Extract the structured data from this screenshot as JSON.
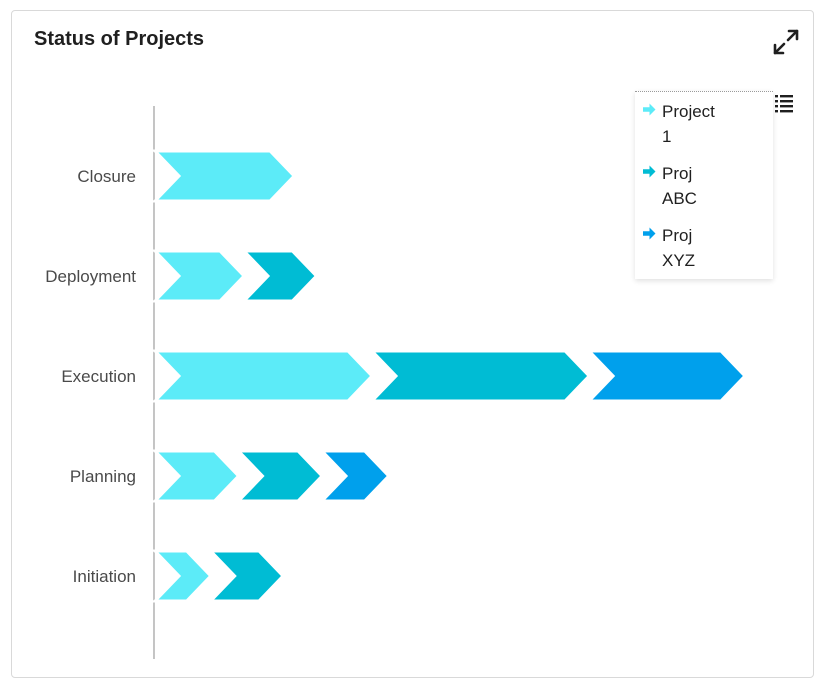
{
  "card": {
    "title": "Status of Projects"
  },
  "icons": {
    "expand": "expand-icon",
    "legend_menu": "list-icon",
    "legend_marker": "arrow-right-icon"
  },
  "chart_data": {
    "type": "bar",
    "orientation": "horizontal",
    "stacked": true,
    "shape": "chevron",
    "categories": [
      "Closure",
      "Deployment",
      "Execution",
      "Planning",
      "Initiation"
    ],
    "series": [
      {
        "name": "Project 1",
        "color": "#5cebf8",
        "values": [
          25,
          16,
          39,
          15,
          10
        ]
      },
      {
        "name": "Proj ABC",
        "color": "#00bcd4",
        "values": [
          0,
          13,
          39,
          15,
          13
        ]
      },
      {
        "name": "Proj XYZ",
        "color": "#00a0ec",
        "values": [
          0,
          0,
          28,
          12,
          0
        ]
      }
    ],
    "xlim": [
      0,
      115
    ],
    "xlabel": "",
    "ylabel": "",
    "grid": false,
    "legend": {
      "position": "top-right",
      "entries": [
        "Project 1",
        "Proj ABC",
        "Proj XYZ"
      ]
    }
  }
}
